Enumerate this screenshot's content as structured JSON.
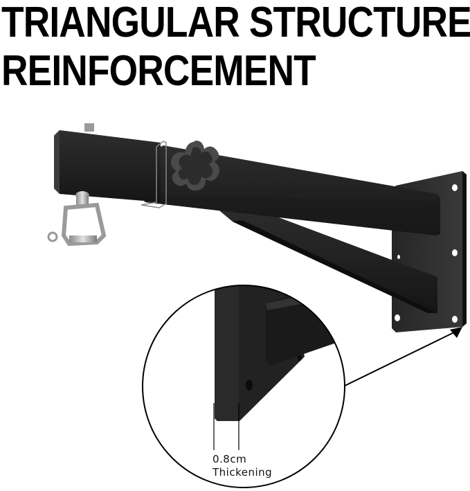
{
  "headline": {
    "line1": "TRIANGULAR STRUCTURE",
    "line2": "REINFORCEMENT"
  },
  "callout": {
    "measurement": "0.8cm",
    "label": "Thickening"
  },
  "colors": {
    "background": "#ffffff",
    "text": "#000000",
    "metal": "#1e1e1e"
  },
  "product": {
    "parts": [
      "square-tube-arm",
      "star-knob",
      "swivel-hook",
      "diagonal-brace",
      "wall-plate",
      "mounting-holes"
    ]
  }
}
